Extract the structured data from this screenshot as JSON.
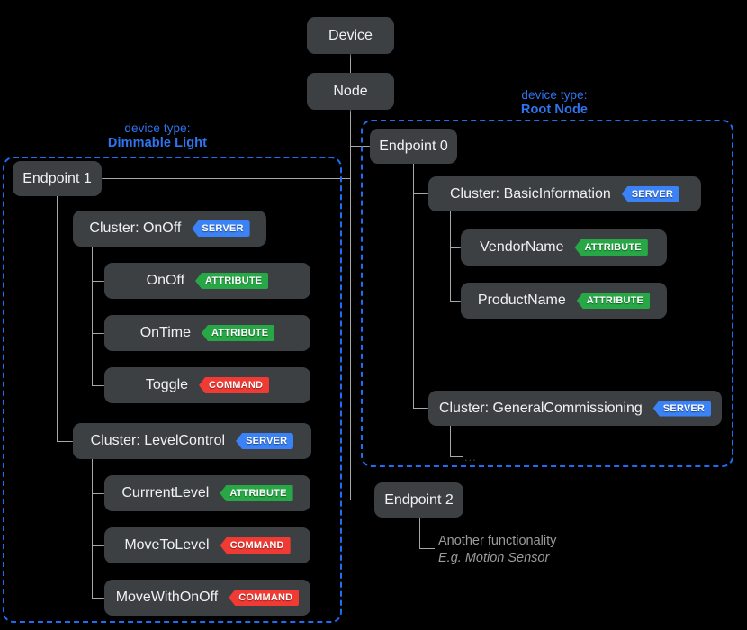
{
  "diagram": {
    "title_nodes": {
      "device": "Device",
      "node": "Node"
    },
    "device_types": {
      "dimmable_light": {
        "prefix": "device type:",
        "name": "Dimmable Light"
      },
      "root_node": {
        "prefix": "device type:",
        "name": "Root Node"
      }
    },
    "badges": {
      "server": "SERVER",
      "attribute": "ATTRIBUTE",
      "command": "COMMAND"
    },
    "colors": {
      "accent_blue": "#2f74f0",
      "badge_server": "#3b82f6",
      "badge_attribute": "#27a745",
      "badge_command": "#ef3b33",
      "node_fill": "#3c4043",
      "background": "#000000",
      "connector": "#a8a8a8"
    },
    "endpoint1": {
      "label": "Endpoint 1",
      "clusters": [
        {
          "label": "Cluster: OnOff",
          "badge": "SERVER",
          "children": [
            {
              "label": "OnOff",
              "badge": "ATTRIBUTE"
            },
            {
              "label": "OnTime",
              "badge": "ATTRIBUTE"
            },
            {
              "label": "Toggle",
              "badge": "COMMAND"
            }
          ]
        },
        {
          "label": "Cluster: LevelControl",
          "badge": "SERVER",
          "children": [
            {
              "label": "CurrrentLevel",
              "badge": "ATTRIBUTE"
            },
            {
              "label": "MoveToLevel",
              "badge": "COMMAND"
            },
            {
              "label": "MoveWithOnOff",
              "badge": "COMMAND"
            }
          ]
        }
      ]
    },
    "endpoint0": {
      "label": "Endpoint 0",
      "clusters": [
        {
          "label": "Cluster: BasicInformation",
          "badge": "SERVER",
          "children": [
            {
              "label": "VendorName",
              "badge": "ATTRIBUTE"
            },
            {
              "label": "ProductName",
              "badge": "ATTRIBUTE"
            }
          ]
        },
        {
          "label": "Cluster: GeneralCommissioning",
          "badge": "SERVER",
          "children": [],
          "more": "..."
        }
      ]
    },
    "endpoint2": {
      "label": "Endpoint 2",
      "note_line1": "Another functionality",
      "note_line2": "E.g. Motion Sensor"
    }
  }
}
